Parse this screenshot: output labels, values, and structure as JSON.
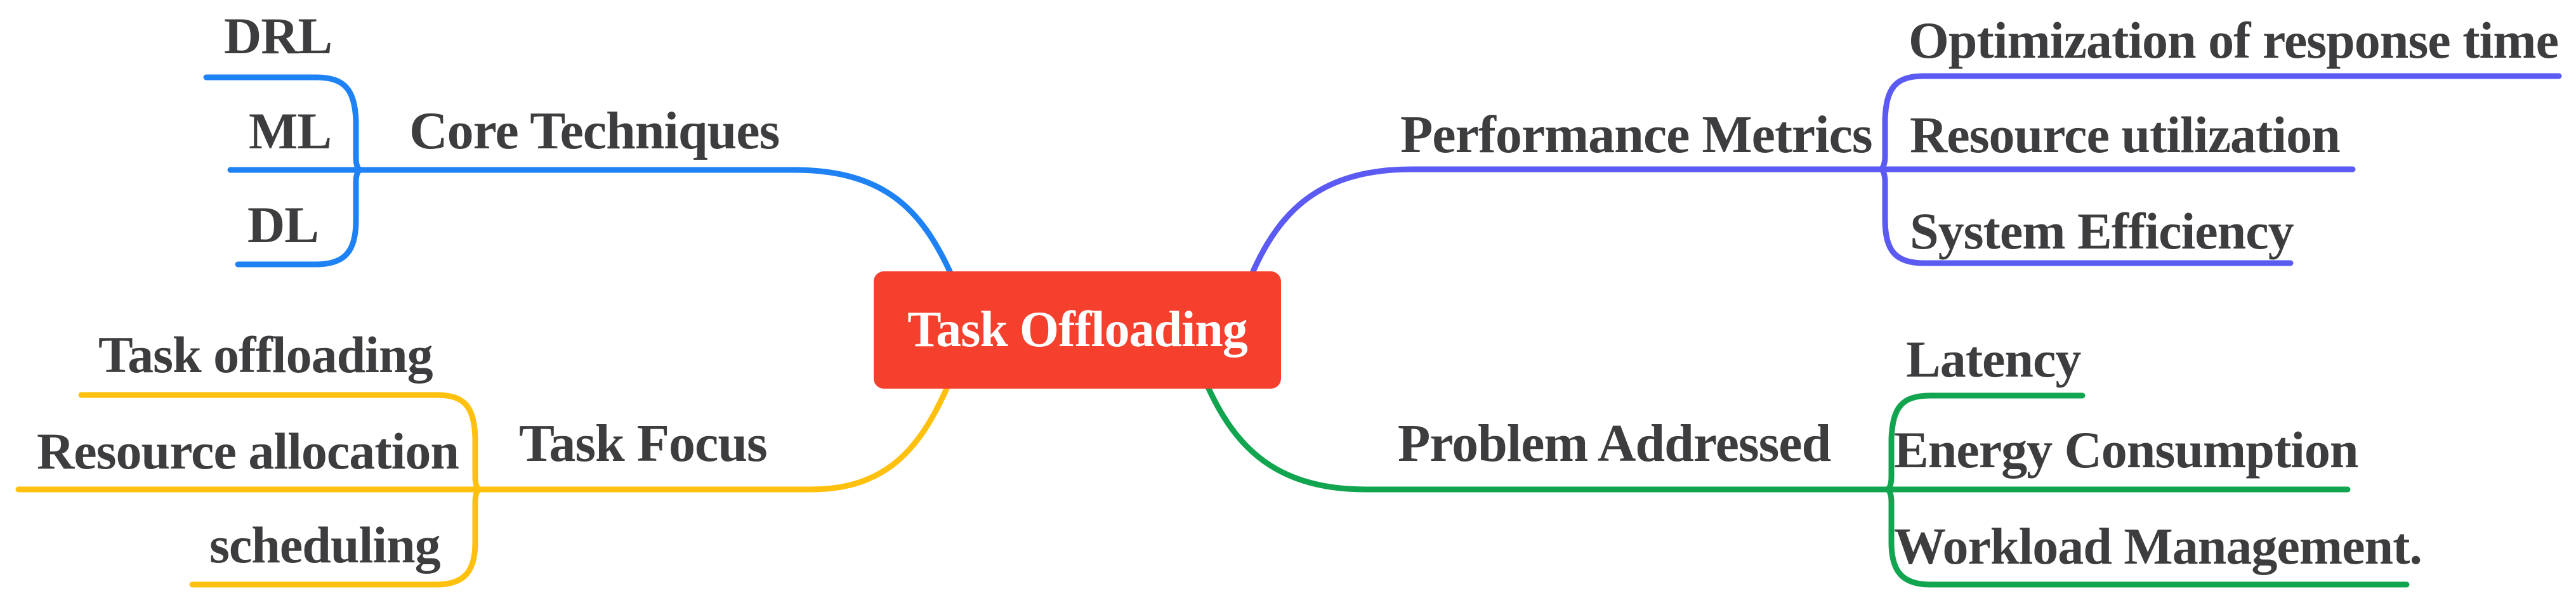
{
  "diagram": {
    "type": "mindmap",
    "background": "#ffffff",
    "text_color": "#3d3d40"
  },
  "center": {
    "label": "Task Offloading",
    "color": "#f5402e",
    "text_color": "#ffffff"
  },
  "branches": [
    {
      "id": "core-techniques",
      "label": "Core Techniques",
      "color": "#1e82f5",
      "position": "top-left",
      "children": [
        "DRL",
        "ML",
        "DL"
      ]
    },
    {
      "id": "performance-metrics",
      "label": "Performance Metrics",
      "color": "#5b5bf3",
      "position": "top-right",
      "children": [
        "Optimization of response time",
        "Resource utilization",
        "System Efficiency"
      ]
    },
    {
      "id": "task-focus",
      "label": "Task Focus",
      "color": "#ffc10d",
      "position": "bottom-left",
      "children": [
        "Task offloading",
        "Resource allocation",
        "scheduling"
      ]
    },
    {
      "id": "problem-addressed",
      "label": "Problem Addressed",
      "color": "#12a550",
      "position": "bottom-right",
      "children": [
        "Latency",
        "Energy Consumption",
        "Workload Management."
      ]
    }
  ]
}
